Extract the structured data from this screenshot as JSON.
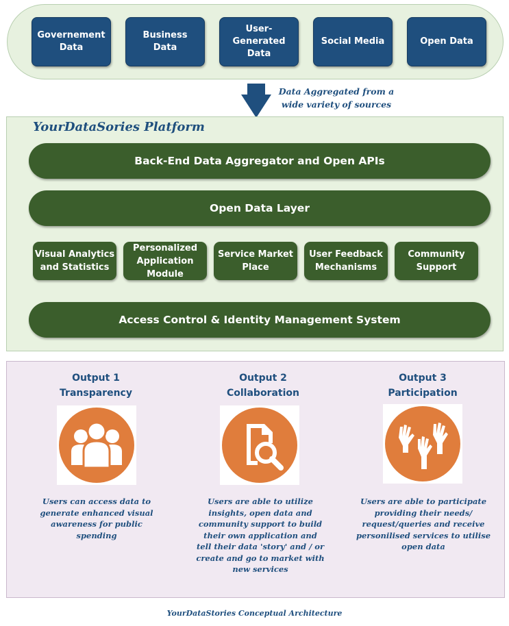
{
  "sources": [
    "Governement Data",
    "Business Data",
    "User-Generated Data",
    "Social Media",
    "Open Data"
  ],
  "aggregation_note": "Data Aggregated from a wide variety of sources",
  "platform": {
    "title": "YourDataSories Platform",
    "backend": "Back-End Data Aggregator and Open APIs",
    "open_data_layer": "Open Data Layer",
    "modules": [
      "Visual Analytics and Statistics",
      "Personalized Application Module",
      "Service Market Place",
      "User Feedback Mechanisms",
      "Community Support"
    ],
    "access_control": "Access Control & Identity Management System"
  },
  "outputs": [
    {
      "title": "Output 1",
      "subtitle": "Transparency",
      "icon": "people-icon",
      "description": "Users can access data to generate enhanced visual awareness for public spending"
    },
    {
      "title": "Output 2",
      "subtitle": "Collaboration",
      "icon": "document-search-icon",
      "description": "Users are able to utilize insights, open data and community support to build their own application and tell their data 'story' and / or create and go to market with new services"
    },
    {
      "title": "Output 3",
      "subtitle": "Participation",
      "icon": "raised-hands-icon",
      "description": "Users are able to participate providing their needs/ request/queries and receive personilised services to utilise open data"
    }
  ],
  "caption": "YourDataStories Conceptual Architecture",
  "colors": {
    "source_box": "#1f4f7e",
    "platform_bar": "#3b5e2c",
    "output_icon": "#e07d3c",
    "text_blue": "#1f4f7e"
  }
}
